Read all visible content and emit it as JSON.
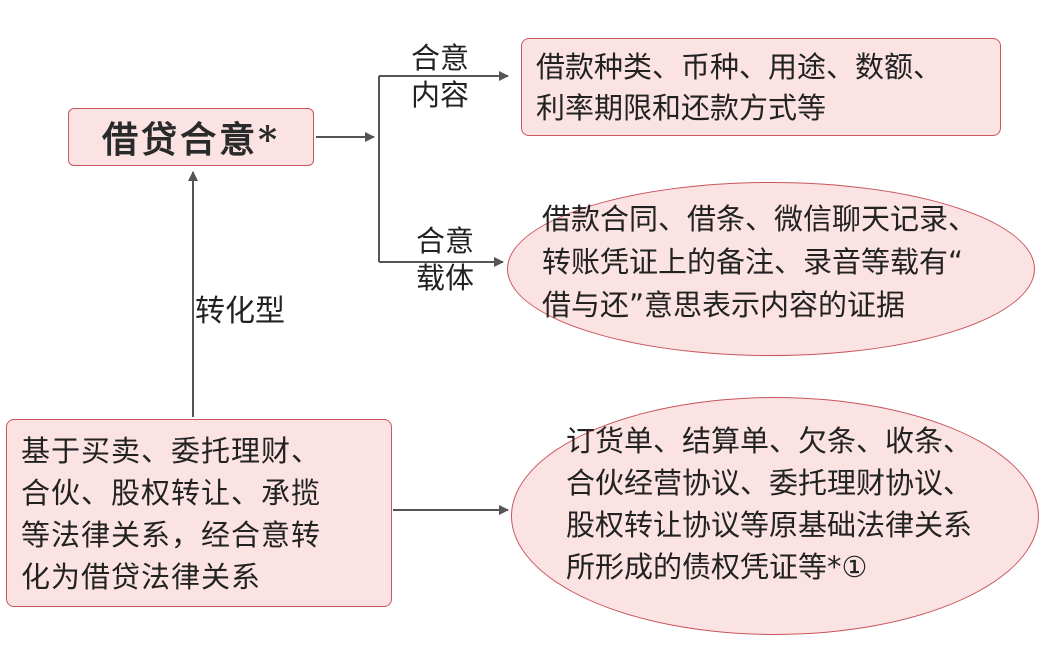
{
  "diagram": {
    "main_node": {
      "label": "借贷合意*"
    },
    "branch_content": {
      "label_lines": [
        "合意",
        "内容"
      ],
      "box_lines": [
        "借款种类、币种、用途、数额、",
        "利率期限和还款方式等"
      ]
    },
    "branch_carrier": {
      "label_lines": [
        "合意",
        "载体"
      ],
      "ellipse_lines": [
        "借款合同、借条、微信聊天记录、",
        "转账凭证上的备注、录音等载有“",
        "借与还”意思表示内容的证据"
      ]
    },
    "conversion": {
      "arrow_label": "转化型",
      "box_lines": [
        "基于买卖、委托理财、",
        "合伙、股权转让、承揽",
        "等法律关系，经合意转",
        "化为借贷法律关系"
      ],
      "ellipse_lines": [
        "订货单、结算单、欠条、收条、",
        "合伙经营协议、委托理财协议、",
        "股权转让协议等原基础法律关系",
        "所形成的债权凭证等*①"
      ]
    },
    "colors": {
      "node_fill": "#fbe3e3",
      "node_border": "#c9565c",
      "connector": "#555555",
      "text": "#222222"
    }
  }
}
